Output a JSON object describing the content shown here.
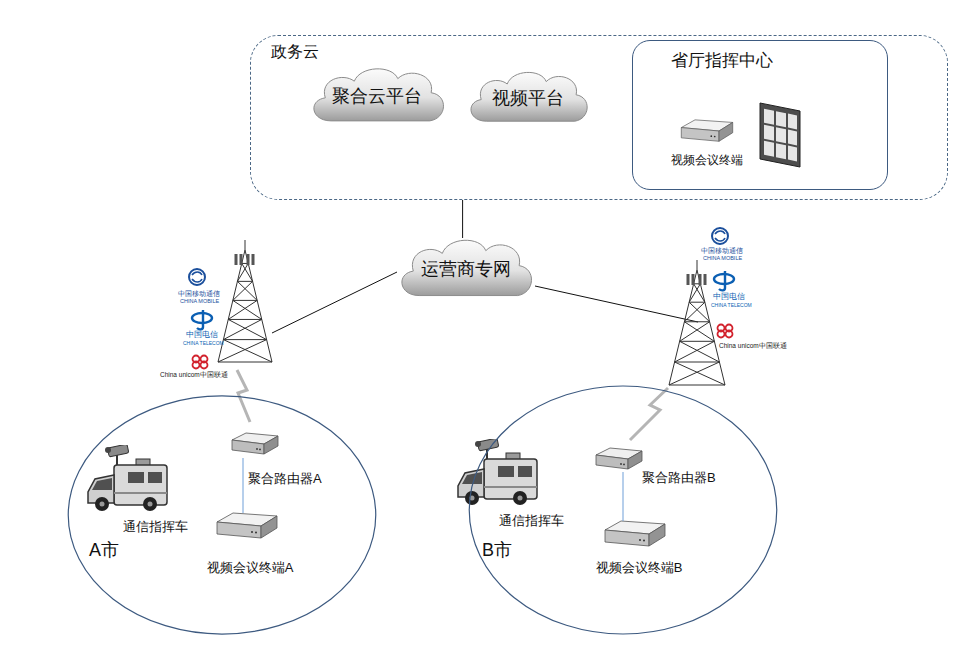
{
  "diagram": {
    "nodes": [
      {
        "text": [
          "政务云"
        ]
      },
      {
        "text": [
          "聚合云平台"
        ],
        "in": 0
      },
      {
        "text": [
          "视频平台"
        ],
        "in": 0
      },
      {
        "text": [
          "省厅指挥中心"
        ],
        "in": 0
      },
      {
        "text": [
          "视频会议终端"
        ],
        "in": 3
      },
      {
        "text": [
          "运营商专网"
        ]
      },
      {
        "text": [
          "A市"
        ]
      },
      {
        "text": [
          "通信指挥车"
        ],
        "in": 6
      },
      {
        "text": [
          "聚合路由器A"
        ],
        "in": 6
      },
      {
        "text": [
          "视频会议终端A"
        ],
        "in": 6
      },
      {
        "text": [
          "B市"
        ]
      },
      {
        "text": [
          "通信指挥车"
        ],
        "in": 10
      },
      {
        "text": [
          "聚合路由器B"
        ],
        "in": 10
      },
      {
        "text": [
          "视频会议终端B"
        ],
        "in": 10
      }
    ],
    "edges": [
      {
        "from": 0,
        "to": 5,
        "arrow": "none"
      },
      {
        "from": 8,
        "to": 9,
        "arrow": "none"
      },
      {
        "from": 12,
        "to": 13,
        "arrow": "none"
      }
    ],
    "labels": [
      "中国移动通信",
      "CHINA MOBILE",
      "中国电信",
      "CHINA TELECOM",
      "China unicom中国联通",
      "中国移动通信",
      "CHINA MOBILE",
      "中国电信",
      "CHINA TELECOM",
      "China unicom中国联通"
    ]
  }
}
